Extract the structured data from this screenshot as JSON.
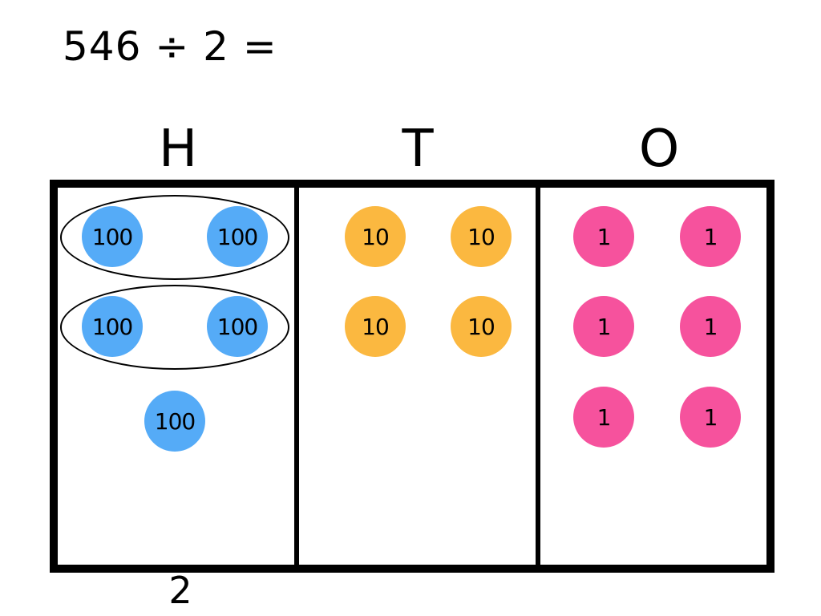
{
  "equation": "546 ÷ 2 =",
  "columns": [
    {
      "id": "hundreds",
      "header": "H"
    },
    {
      "id": "tens",
      "header": "T"
    },
    {
      "id": "ones",
      "header": "O"
    }
  ],
  "colors": {
    "hundreds": "#55abf7",
    "tens": "#fbb840",
    "ones": "#f6529d",
    "lines": "#000000"
  },
  "counters": {
    "hundreds": {
      "label": "100",
      "count": 5
    },
    "tens": {
      "label": "10",
      "count": 4
    },
    "ones": {
      "label": "1",
      "count": 6
    }
  },
  "groups": {
    "hundreds_circled_groups": 2,
    "items_per_group": 2
  },
  "answer": {
    "hundreds_digit": "2"
  }
}
